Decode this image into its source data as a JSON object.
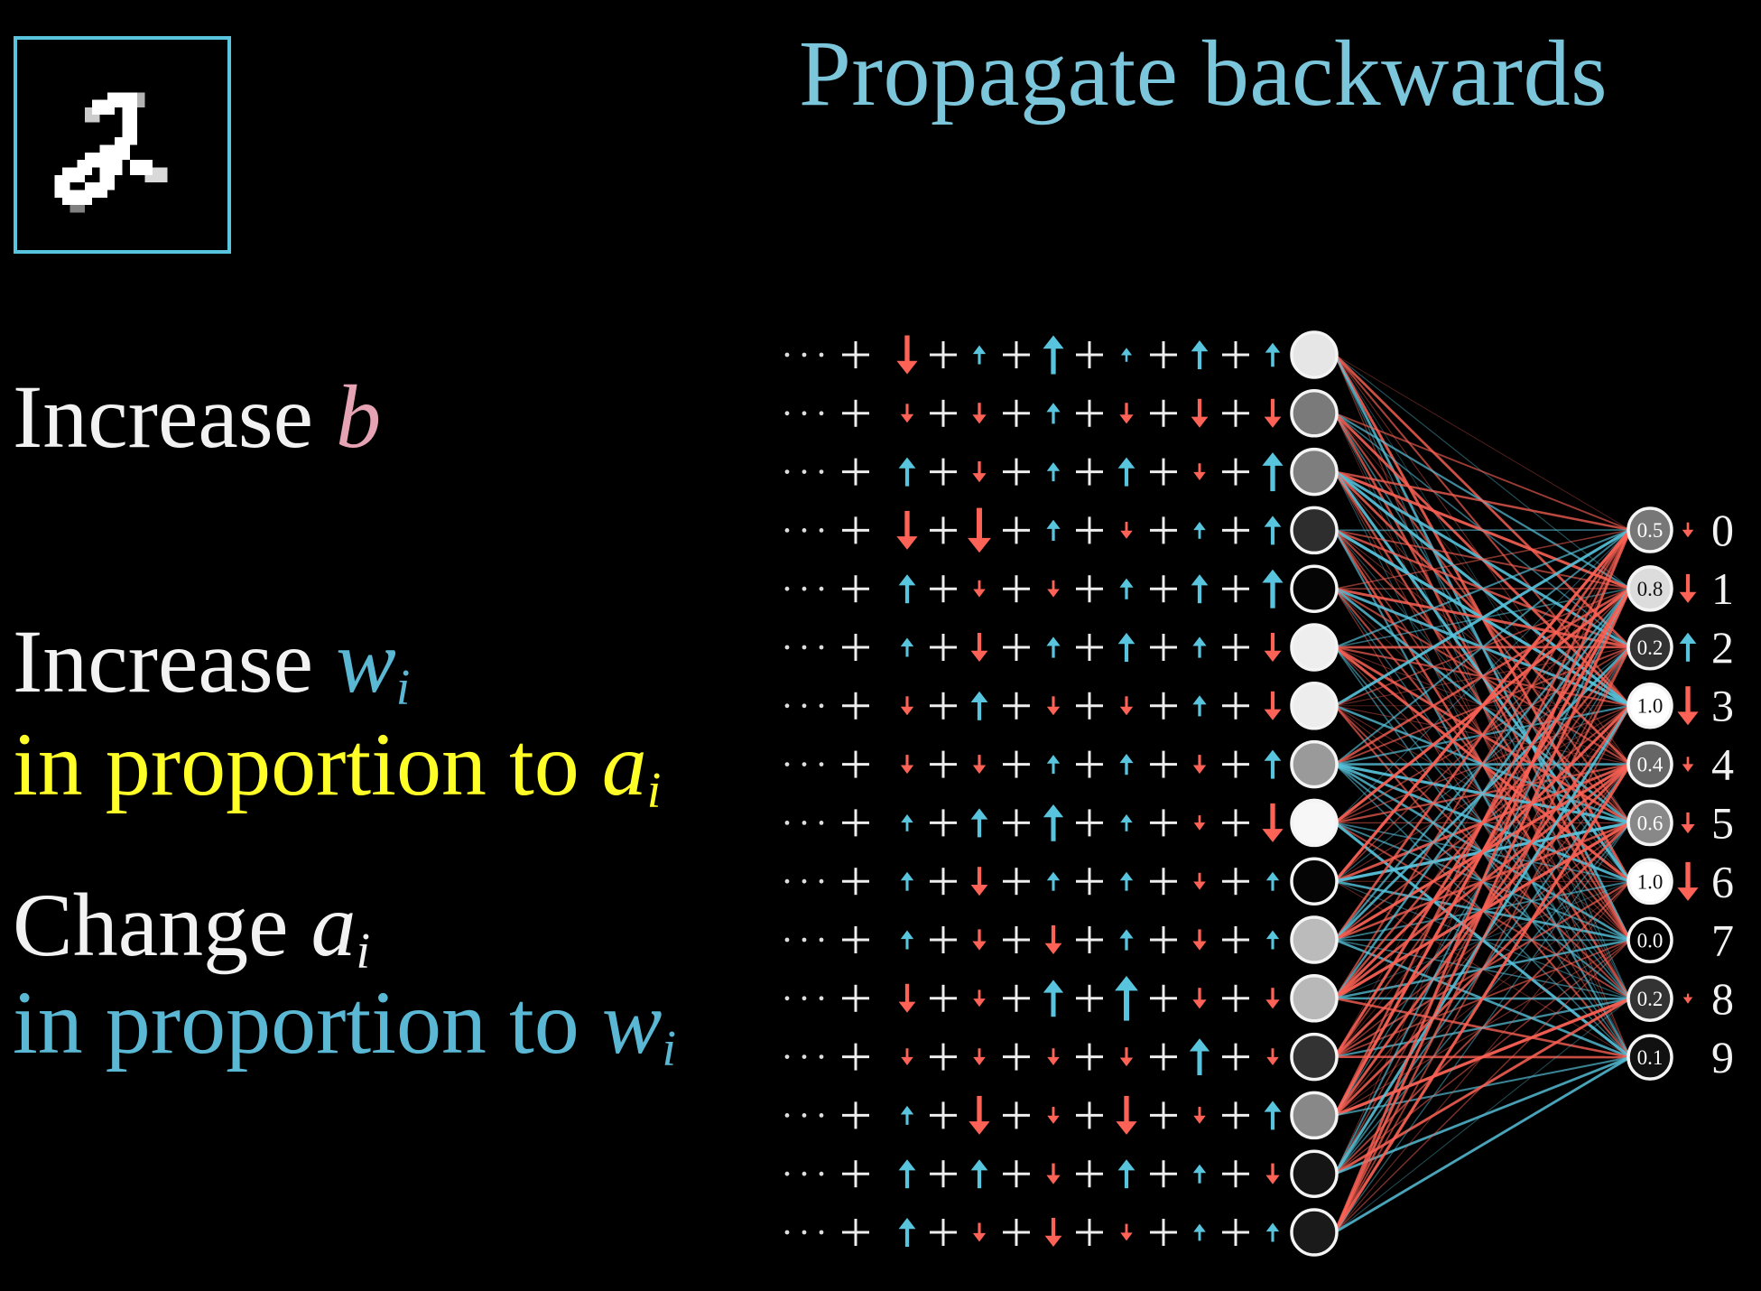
{
  "title": "Propagate backwards",
  "input_image": {
    "label": "handwritten digit",
    "digit": "2"
  },
  "instructions": {
    "bias": {
      "text": "Increase ",
      "var": "b"
    },
    "weights": {
      "text": "Increase ",
      "var": "w",
      "sub": "i"
    },
    "weights_cond": {
      "text": "in proportion to ",
      "var": "a",
      "sub": "i"
    },
    "activations": {
      "text": "Change ",
      "var": "a",
      "sub": "i"
    },
    "activations_cond": {
      "text": "in proportion to ",
      "var": "w",
      "sub": "i"
    }
  },
  "colors": {
    "positive": "#58c4dd",
    "negative": "#fc6255",
    "title": "#7cc6dc",
    "accent_yellow": "#ffff27",
    "bias_pink": "#e6a3b3"
  },
  "hidden_layer": {
    "ellipsis": "···",
    "plus": "+",
    "nodes": [
      {
        "fill": "#e6e6e6",
        "nudges": [
          -3,
          1,
          3,
          0.5,
          2,
          1.5
        ]
      },
      {
        "fill": "#7a7a7a",
        "nudges": [
          -1,
          -1.2,
          1.2,
          -1.2,
          -2,
          -2
        ]
      },
      {
        "fill": "#7e7e7e",
        "nudges": [
          2,
          -1.2,
          1,
          2,
          -0.8,
          3
        ]
      },
      {
        "fill": "#2e2e2e",
        "nudges": [
          -3,
          -3.6,
          1.2,
          -0.8,
          0.8,
          2
        ]
      },
      {
        "fill": "#050505",
        "nudges": [
          2,
          -0.8,
          -0.8,
          1.2,
          2,
          3
        ]
      },
      {
        "fill": "#eeeeee",
        "nudges": [
          1,
          -2,
          1.2,
          2,
          1.2,
          -2
        ]
      },
      {
        "fill": "#ededed",
        "nudges": [
          -1,
          2,
          -1,
          -1,
          1.2,
          -2
        ]
      },
      {
        "fill": "#9a9a9a",
        "nudges": [
          -1,
          -1,
          1,
          1.2,
          -1,
          2
        ]
      },
      {
        "fill": "#f7f7f7",
        "nudges": [
          0.8,
          2,
          2.8,
          0.8,
          -0.6,
          -3
        ]
      },
      {
        "fill": "#050505",
        "nudges": [
          1,
          -2,
          1,
          1,
          -0.8,
          1
        ]
      },
      {
        "fill": "#bbbbbb",
        "nudges": [
          1,
          -1.2,
          -2,
          1.2,
          -1.2,
          1
        ]
      },
      {
        "fill": "#b8b8b8",
        "nudges": [
          -2,
          -0.8,
          2.8,
          3.6,
          -1.2,
          -1.2
        ]
      },
      {
        "fill": "#333333",
        "nudges": [
          -0.8,
          -0.8,
          -0.8,
          -1,
          2.8,
          -0.8
        ]
      },
      {
        "fill": "#888888",
        "nudges": [
          1,
          -3,
          -0.8,
          -3,
          -0.8,
          2
        ]
      },
      {
        "fill": "#151515",
        "nudges": [
          2,
          2,
          -1.2,
          2,
          1,
          -1.2
        ]
      },
      {
        "fill": "#1a1a1a",
        "nudges": [
          2,
          -1,
          -2,
          -0.8,
          0.8,
          1
        ]
      }
    ]
  },
  "output_layer": {
    "nodes": [
      {
        "digit": "0",
        "activation": "0.5",
        "fill": "#777777",
        "text_color": "#ffffff",
        "nudge": -0.6
      },
      {
        "digit": "1",
        "activation": "0.8",
        "fill": "#dcdcdc",
        "text_color": "#111111",
        "nudge": -2
      },
      {
        "digit": "2",
        "activation": "0.2",
        "fill": "#333333",
        "text_color": "#ffffff",
        "nudge": 2
      },
      {
        "digit": "3",
        "activation": "1.0",
        "fill": "#ffffff",
        "text_color": "#111111",
        "nudge": -3
      },
      {
        "digit": "4",
        "activation": "0.4",
        "fill": "#666666",
        "text_color": "#ffffff",
        "nudge": -0.6
      },
      {
        "digit": "5",
        "activation": "0.6",
        "fill": "#888888",
        "text_color": "#ffffff",
        "nudge": -1.2
      },
      {
        "digit": "6",
        "activation": "1.0",
        "fill": "#ffffff",
        "text_color": "#111111",
        "nudge": -3
      },
      {
        "digit": "7",
        "activation": "0.0",
        "fill": "#000000",
        "text_color": "#ffffff",
        "nudge": 0
      },
      {
        "digit": "8",
        "activation": "0.2",
        "fill": "#333333",
        "text_color": "#ffffff",
        "nudge": -0.1
      },
      {
        "digit": "9",
        "activation": "0.1",
        "fill": "#111111",
        "text_color": "#ffffff",
        "nudge": 0
      }
    ]
  }
}
